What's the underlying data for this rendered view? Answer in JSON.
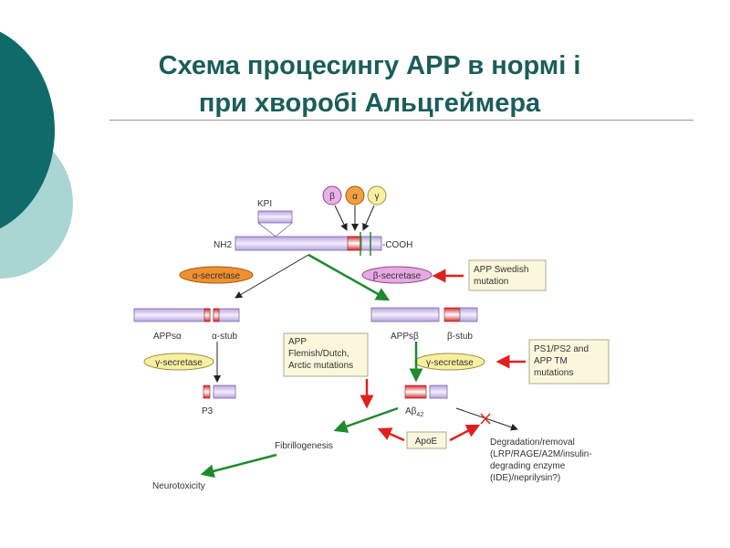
{
  "title": {
    "line1": "Схема процесингу APP в нормі і",
    "line2": "при хворобі Альцгеймера"
  },
  "diagram": {
    "kpi": "KPI",
    "nh2": "NH2",
    "cooh": "-COOH",
    "enzymes": {
      "beta": "β",
      "alpha": "α",
      "gamma": "γ"
    },
    "alpha_secretase": "α-secretase",
    "beta_secretase": "β-secretase",
    "gamma_secretase": "γ-secretase",
    "swedish": [
      "APP Swedish",
      "mutation"
    ],
    "appsa": "APPsα",
    "a_stub": "α-stub",
    "appsb": "APPsβ",
    "b_stub": "β-stub",
    "p3": "P3",
    "flemish": [
      "APP",
      "Flemish/Dutch,",
      "Arctic mutations"
    ],
    "ps": [
      "PS1/PS2 and",
      "APP TM",
      "mutations"
    ],
    "abeta": "Aβ",
    "abeta_sub": "42",
    "fibrillogenesis": "Fibrillogenesis",
    "neurotoxicity": "Neurotoxicity",
    "apoe": "ApoE",
    "degradation": [
      "Degradation/removal",
      "(LRP/RAGE/A2M/insulin-",
      "degrading enzyme",
      "(IDE)/neprilysin?)"
    ]
  },
  "colors": {
    "teal_dark": "#0f6b69",
    "teal_light": "#a9d5d3",
    "title": "#1b5d5b",
    "green": "#1f8a2e",
    "red": "#e0201c",
    "purple": "#c9b6e8"
  }
}
